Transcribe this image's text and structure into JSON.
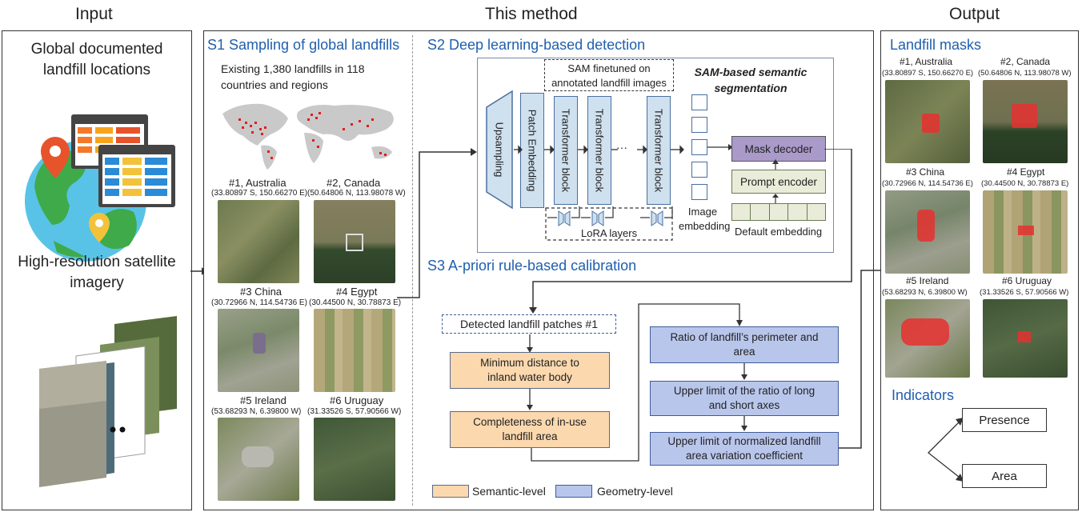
{
  "headers": {
    "input": "Input",
    "method": "This method",
    "output": "Output"
  },
  "input": {
    "global_text_1": "Global documented",
    "global_text_2": "landfill locations",
    "hr_text_1": "High-resolution satellite",
    "hr_text_2": "imagery"
  },
  "s1": {
    "title": "S1 Sampling of global landfills",
    "desc_1": "Existing 1,380 landfills in 118",
    "desc_2": "countries and regions",
    "samples": [
      {
        "name": "#1, Australia",
        "coord": "(33.80897 S, 150.66270 E)"
      },
      {
        "name": "#2, Canada",
        "coord": "(50.64806 N, 113.98078 W)"
      },
      {
        "name": "#3 China",
        "coord": "(30.72966 N, 114.54736 E)"
      },
      {
        "name": "#4 Egypt",
        "coord": "(30.44500 N, 30.78873 E)"
      },
      {
        "name": "#5 Ireland",
        "coord": "(53.68293 N, 6.39800 W)"
      },
      {
        "name": "#6 Uruguay",
        "coord": "(31.33526 S, 57.90566 W)"
      }
    ]
  },
  "s2": {
    "title": "S2 Deep learning-based detection",
    "sam_finetuned_1": "SAM finetuned on",
    "sam_finetuned_2": "annotated landfill images",
    "sam_sem_1": "SAM-based semantic",
    "sam_sem_2": "segmentation",
    "upsampling": "Upsampling",
    "patch": "Patch Embedding",
    "transformer": "Transformer block",
    "dots": "···",
    "lora": "LoRA layers",
    "image_emb_1": "Image",
    "image_emb_2": "embedding",
    "mask_decoder": "Mask decoder",
    "prompt_encoder": "Prompt encoder",
    "default_embedding": "Default embedding"
  },
  "s3": {
    "title": "S3 A-priori rule-based calibration",
    "detected": "Detected landfill patches #1",
    "min_dist_1": "Minimum distance to",
    "min_dist_2": "inland water body",
    "complete_1": "Completeness of in-use",
    "complete_2": "landfill area",
    "ratio_1": "Ratio of landfill’s perimeter and",
    "ratio_2": "area",
    "upper1_1": "Upper limit of the ratio of long",
    "upper1_2": "and short axes",
    "upper2_1": "Upper limit of normalized landfill",
    "upper2_2": "area variation coefficient",
    "legend_semantic": "Semantic-level",
    "legend_geometry": "Geometry-level"
  },
  "output": {
    "masks_title": "Landfill masks",
    "indicators_title": "Indicators",
    "presence": "Presence",
    "area": "Area"
  },
  "colors": {
    "blue_title": "#1f5fae",
    "orange_box": "#fbd8ae",
    "geometry_box": "#b9c6ec",
    "transformer": "#cfe0ee",
    "mask_decoder": "#a99ac9",
    "prompt_encoder": "#e9ecd8",
    "mask_red": "#e8302f"
  }
}
